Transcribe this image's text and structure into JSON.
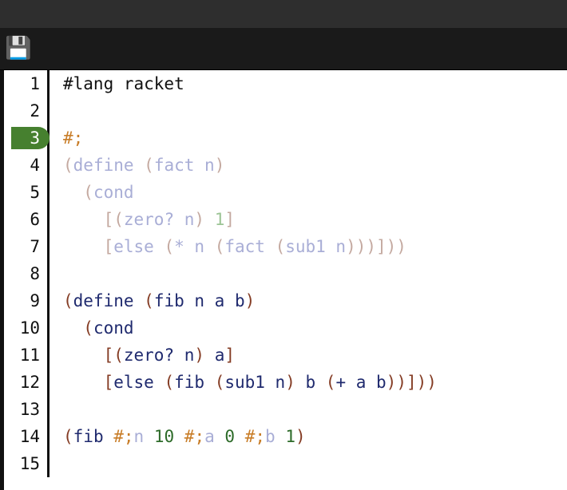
{
  "window": {
    "titlebar_color": "#2e2e2e",
    "toolbar_color": "#1a1a1a"
  },
  "toolbar": {
    "save_icon": "💾",
    "save_icon_name": "floppy-disk-save-icon"
  },
  "editor": {
    "language": "racket",
    "current_line": 3,
    "current_line_highlight_color": "#46802f",
    "colors": {
      "plain": "#111111",
      "paren": "#843c24",
      "identifier": "#1f2a6e",
      "number": "#2d6b29",
      "hash_semi": "#c87d28",
      "commented_paren": "#c4a9a0",
      "commented_identifier": "#a9aed6",
      "commented_number": "#9cc495"
    },
    "lines": [
      {
        "number": "1",
        "text": "#lang racket",
        "tokens": [
          {
            "t": "#lang racket",
            "c": "tok-plain"
          }
        ]
      },
      {
        "number": "2",
        "text": "",
        "tokens": []
      },
      {
        "number": "3",
        "text": "#;",
        "tokens": [
          {
            "t": "#;",
            "c": "tok-hashsemi"
          }
        ]
      },
      {
        "number": "4",
        "text": "(define (fact n)",
        "tokens": [
          {
            "t": "(",
            "c": "tok-comment-paren"
          },
          {
            "t": "define ",
            "c": "tok-comment-ident"
          },
          {
            "t": "(",
            "c": "tok-comment-paren"
          },
          {
            "t": "fact n",
            "c": "tok-comment-ident"
          },
          {
            "t": ")",
            "c": "tok-comment-paren"
          }
        ]
      },
      {
        "number": "5",
        "text": "  (cond",
        "tokens": [
          {
            "t": "  ",
            "c": "tok-plain"
          },
          {
            "t": "(",
            "c": "tok-comment-paren"
          },
          {
            "t": "cond",
            "c": "tok-comment-ident"
          }
        ]
      },
      {
        "number": "6",
        "text": "    [(zero? n) 1]",
        "tokens": [
          {
            "t": "    ",
            "c": "tok-plain"
          },
          {
            "t": "[(",
            "c": "tok-comment-paren"
          },
          {
            "t": "zero? n",
            "c": "tok-comment-ident"
          },
          {
            "t": ") ",
            "c": "tok-comment-paren"
          },
          {
            "t": "1",
            "c": "tok-comment-num"
          },
          {
            "t": "]",
            "c": "tok-comment-paren"
          }
        ]
      },
      {
        "number": "7",
        "text": "    [else (* n (fact (sub1 n)))]))",
        "tokens": [
          {
            "t": "    ",
            "c": "tok-plain"
          },
          {
            "t": "[",
            "c": "tok-comment-paren"
          },
          {
            "t": "else ",
            "c": "tok-comment-ident"
          },
          {
            "t": "(",
            "c": "tok-comment-paren"
          },
          {
            "t": "* n ",
            "c": "tok-comment-ident"
          },
          {
            "t": "(",
            "c": "tok-comment-paren"
          },
          {
            "t": "fact ",
            "c": "tok-comment-ident"
          },
          {
            "t": "(",
            "c": "tok-comment-paren"
          },
          {
            "t": "sub1 n",
            "c": "tok-comment-ident"
          },
          {
            "t": ")))]))",
            "c": "tok-comment-paren"
          }
        ]
      },
      {
        "number": "8",
        "text": "",
        "tokens": []
      },
      {
        "number": "9",
        "text": "(define (fib n a b)",
        "tokens": [
          {
            "t": "(",
            "c": "tok-paren"
          },
          {
            "t": "define ",
            "c": "tok-ident"
          },
          {
            "t": "(",
            "c": "tok-paren"
          },
          {
            "t": "fib n a b",
            "c": "tok-ident"
          },
          {
            "t": ")",
            "c": "tok-paren"
          }
        ]
      },
      {
        "number": "10",
        "text": "  (cond",
        "tokens": [
          {
            "t": "  ",
            "c": "tok-plain"
          },
          {
            "t": "(",
            "c": "tok-paren"
          },
          {
            "t": "cond",
            "c": "tok-ident"
          }
        ]
      },
      {
        "number": "11",
        "text": "    [(zero? n) a]",
        "tokens": [
          {
            "t": "    ",
            "c": "tok-plain"
          },
          {
            "t": "[(",
            "c": "tok-paren"
          },
          {
            "t": "zero? n",
            "c": "tok-ident"
          },
          {
            "t": ") ",
            "c": "tok-paren"
          },
          {
            "t": "a",
            "c": "tok-ident"
          },
          {
            "t": "]",
            "c": "tok-paren"
          }
        ]
      },
      {
        "number": "12",
        "text": "    [else (fib (sub1 n) b (+ a b))]))",
        "tokens": [
          {
            "t": "    ",
            "c": "tok-plain"
          },
          {
            "t": "[",
            "c": "tok-paren"
          },
          {
            "t": "else ",
            "c": "tok-ident"
          },
          {
            "t": "(",
            "c": "tok-paren"
          },
          {
            "t": "fib ",
            "c": "tok-ident"
          },
          {
            "t": "(",
            "c": "tok-paren"
          },
          {
            "t": "sub1 n",
            "c": "tok-ident"
          },
          {
            "t": ") ",
            "c": "tok-paren"
          },
          {
            "t": "b ",
            "c": "tok-ident"
          },
          {
            "t": "(",
            "c": "tok-paren"
          },
          {
            "t": "+ a b",
            "c": "tok-ident"
          },
          {
            "t": "))]))",
            "c": "tok-paren"
          }
        ]
      },
      {
        "number": "13",
        "text": "",
        "tokens": []
      },
      {
        "number": "14",
        "text": "(fib #;n 10 #;a 0 #;b 1)",
        "tokens": [
          {
            "t": "(",
            "c": "tok-paren"
          },
          {
            "t": "fib ",
            "c": "tok-ident"
          },
          {
            "t": "#;",
            "c": "tok-hashsemi"
          },
          {
            "t": "n",
            "c": "tok-comment-ident"
          },
          {
            "t": " ",
            "c": "tok-plain"
          },
          {
            "t": "10",
            "c": "tok-num"
          },
          {
            "t": " ",
            "c": "tok-plain"
          },
          {
            "t": "#;",
            "c": "tok-hashsemi"
          },
          {
            "t": "a",
            "c": "tok-comment-ident"
          },
          {
            "t": " ",
            "c": "tok-plain"
          },
          {
            "t": "0",
            "c": "tok-num"
          },
          {
            "t": " ",
            "c": "tok-plain"
          },
          {
            "t": "#;",
            "c": "tok-hashsemi"
          },
          {
            "t": "b",
            "c": "tok-comment-ident"
          },
          {
            "t": " ",
            "c": "tok-plain"
          },
          {
            "t": "1",
            "c": "tok-num"
          },
          {
            "t": ")",
            "c": "tok-paren"
          }
        ]
      },
      {
        "number": "15",
        "text": "",
        "tokens": []
      }
    ]
  }
}
